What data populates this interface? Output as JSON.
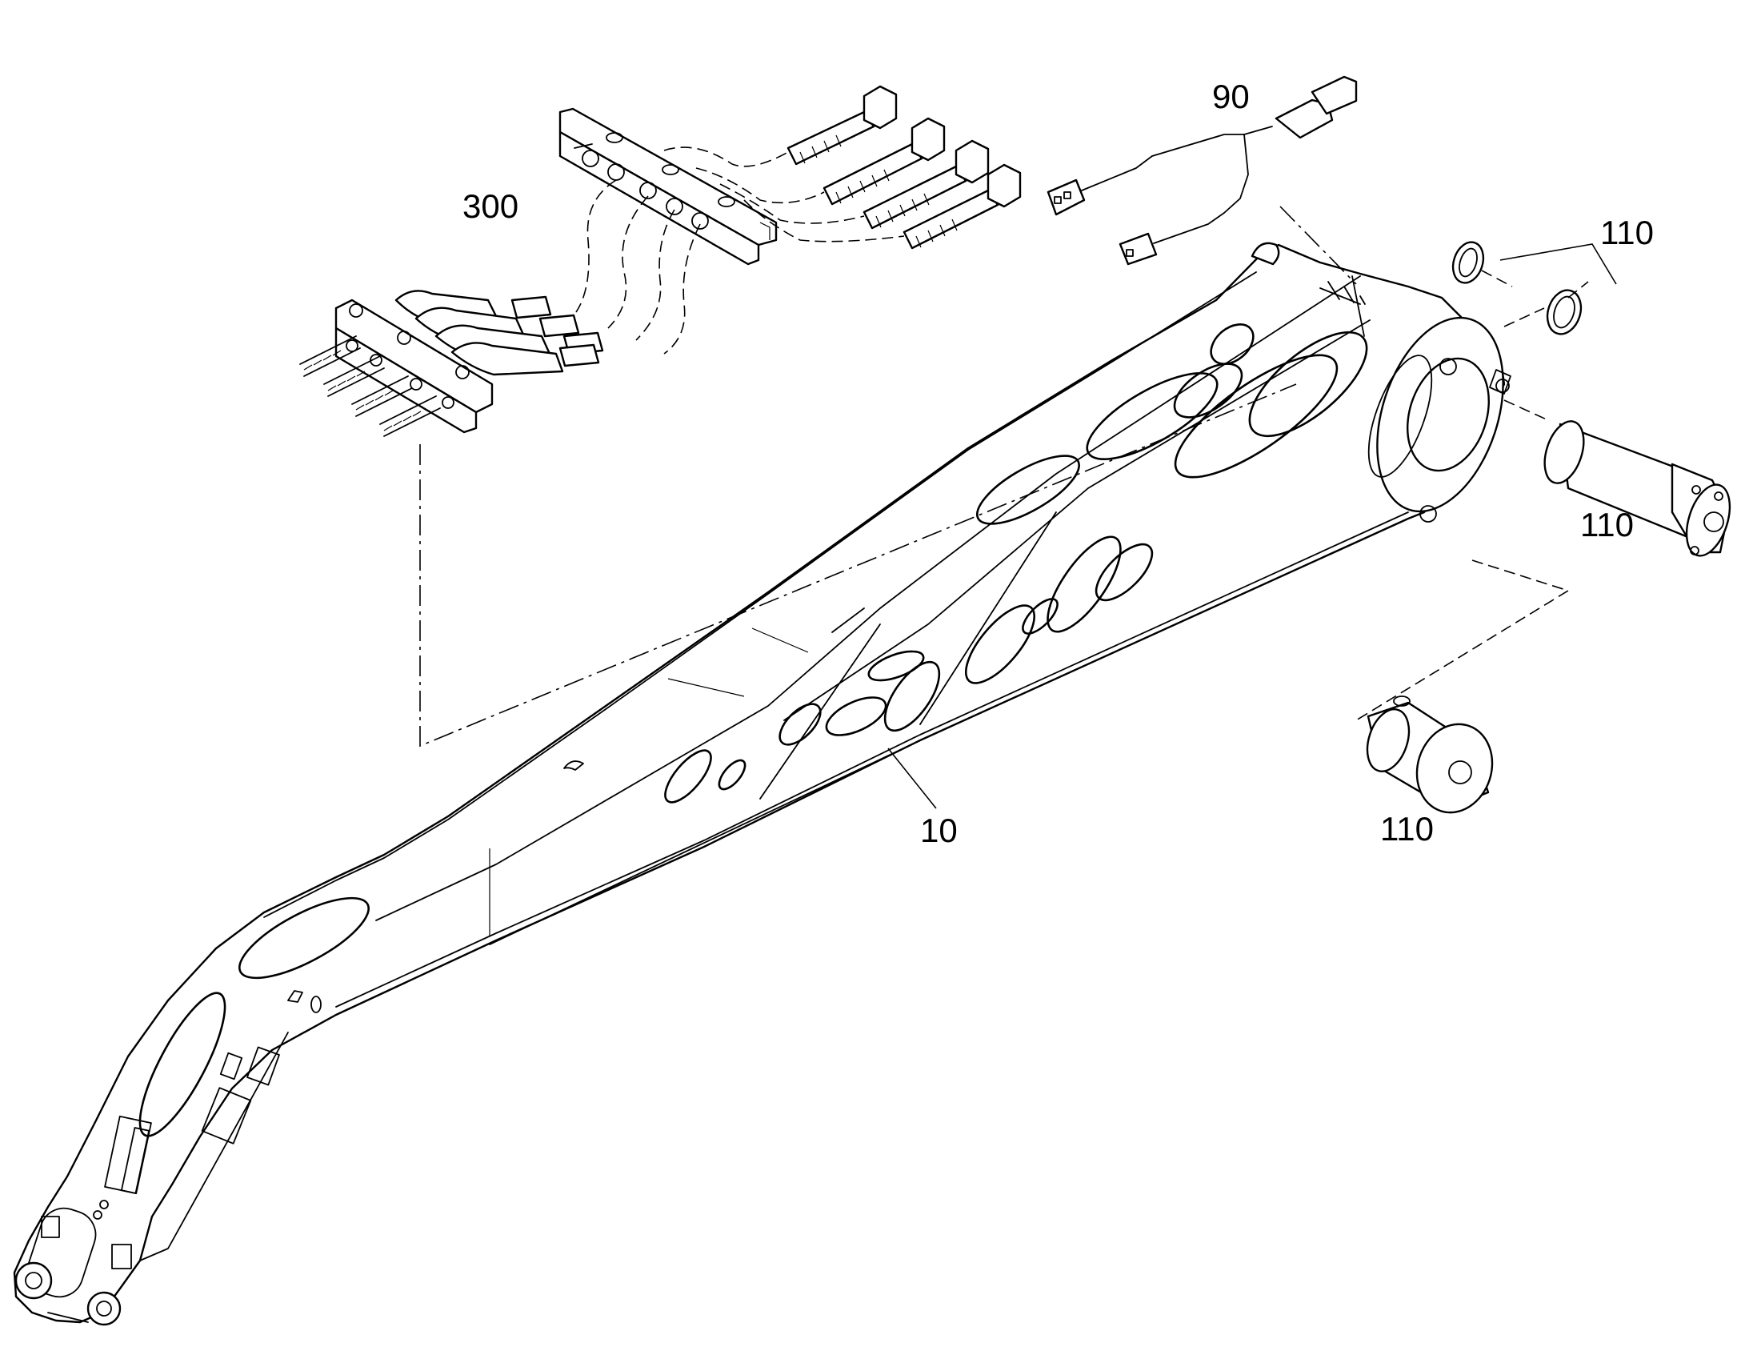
{
  "labels": {
    "bracket_block": "300",
    "sensor_cable": "90",
    "rings": "110",
    "pin_right": "110",
    "pin_bottom": "110",
    "boom_arm": "10"
  }
}
